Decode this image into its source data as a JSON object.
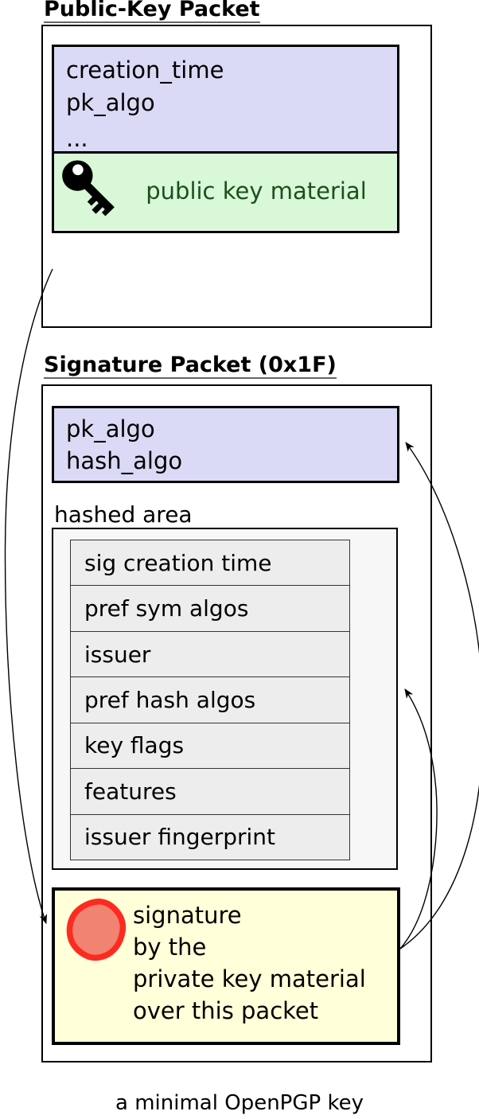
{
  "caption": "a minimal OpenPGP key",
  "public_key_packet": {
    "title": "Public-Key Packet",
    "header_fields": [
      "creation_time",
      "pk_algo",
      "..."
    ],
    "material_label": "public key material",
    "icons": [
      "key-icon"
    ]
  },
  "signature_packet": {
    "title": "Signature Packet (0x1F)",
    "header_fields": [
      "pk_algo",
      "hash_algo"
    ],
    "hashed_area_label": "hashed area",
    "subpackets": [
      "sig creation time",
      "pref sym algos",
      "issuer",
      "pref hash algos",
      "key flags",
      "features",
      "issuer fingerprint"
    ],
    "signature_lines": [
      "signature",
      "by the",
      "private key material",
      "over this packet"
    ],
    "icons": [
      "seal-icon"
    ]
  },
  "arrows": {
    "description": "signature covers public key packet; signature made over pk_algo/hash_algo header and hashed area",
    "count": 3
  },
  "colors": {
    "header_fill": "#dadaf6",
    "public_key_material_fill": "#d8f8d8",
    "public_key_material_text": "#1c4f1c",
    "hashed_area_fill": "#f7f7f7",
    "subpacket_fill": "#ededed",
    "signature_fill": "#ffffd9",
    "seal_ring": "#fc2b21",
    "seal_fill": "#f18372",
    "line_color": "#000000"
  }
}
